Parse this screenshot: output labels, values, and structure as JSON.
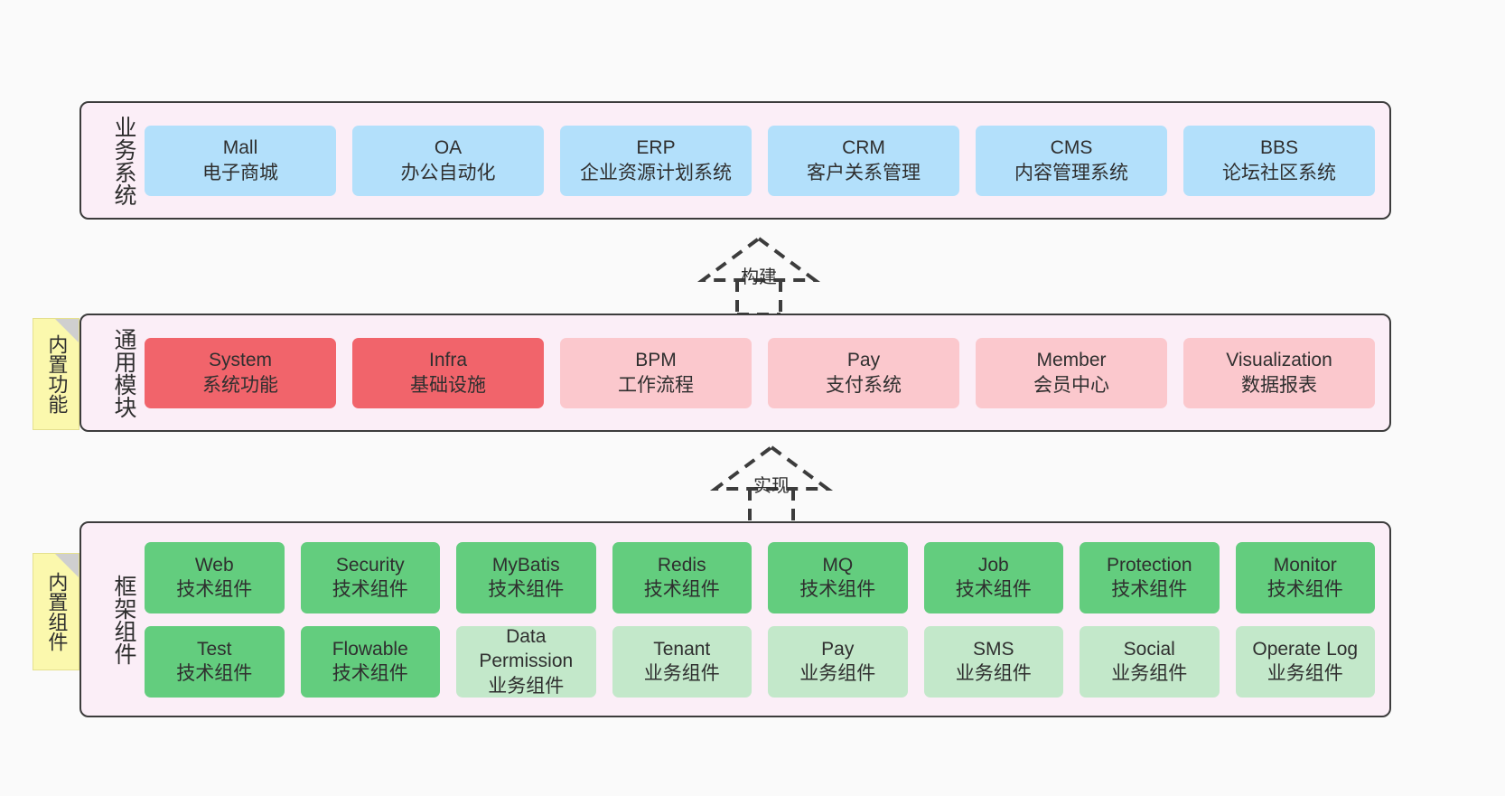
{
  "diagram": {
    "background_color": "#fafafa",
    "layer_fill": "#fbeef7",
    "layer_border": "#3c3c3c",
    "note_fill": "#fbf8ad"
  },
  "layers": [
    {
      "id": "business",
      "title": "业务系统",
      "cell_color": "#b3e0fb",
      "rows": [
        [
          {
            "name": "Mall",
            "sub": "电子商城"
          },
          {
            "name": "OA",
            "sub": "办公自动化"
          },
          {
            "name": "ERP",
            "sub": "企业资源计划系统"
          },
          {
            "name": "CRM",
            "sub": "客户关系管理"
          },
          {
            "name": "CMS",
            "sub": "内容管理系统"
          },
          {
            "name": "BBS",
            "sub": "论坛社区系统"
          }
        ]
      ]
    },
    {
      "id": "modules",
      "title": "通用模块",
      "rows": [
        [
          {
            "name": "System",
            "sub": "系统功能",
            "color": "#f1646b"
          },
          {
            "name": "Infra",
            "sub": "基础设施",
            "color": "#f1646b"
          },
          {
            "name": "BPM",
            "sub": "工作流程",
            "color": "#fbc8cd"
          },
          {
            "name": "Pay",
            "sub": "支付系统",
            "color": "#fbc8cd"
          },
          {
            "name": "Member",
            "sub": "会员中心",
            "color": "#fbc8cd"
          },
          {
            "name": "Visualization",
            "sub": "数据报表",
            "color": "#fbc8cd"
          }
        ]
      ]
    },
    {
      "id": "framework",
      "title": "框架组件",
      "rows": [
        [
          {
            "name": "Web",
            "sub": "技术组件",
            "color": "#63cd7e"
          },
          {
            "name": "Security",
            "sub": "技术组件",
            "color": "#63cd7e"
          },
          {
            "name": "MyBatis",
            "sub": "技术组件",
            "color": "#63cd7e"
          },
          {
            "name": "Redis",
            "sub": "技术组件",
            "color": "#63cd7e"
          },
          {
            "name": "MQ",
            "sub": "技术组件",
            "color": "#63cd7e"
          },
          {
            "name": "Job",
            "sub": "技术组件",
            "color": "#63cd7e"
          },
          {
            "name": "Protection",
            "sub": "技术组件",
            "color": "#63cd7e"
          },
          {
            "name": "Monitor",
            "sub": "技术组件",
            "color": "#63cd7e"
          }
        ],
        [
          {
            "name": "Test",
            "sub": "技术组件",
            "color": "#63cd7e"
          },
          {
            "name": "Flowable",
            "sub": "技术组件",
            "color": "#63cd7e"
          },
          {
            "name": "Data Permission",
            "sub": "业务组件",
            "color": "#c3e8ca"
          },
          {
            "name": "Tenant",
            "sub": "业务组件",
            "color": "#c3e8ca"
          },
          {
            "name": "Pay",
            "sub": "业务组件",
            "color": "#c3e8ca"
          },
          {
            "name": "SMS",
            "sub": "业务组件",
            "color": "#c3e8ca"
          },
          {
            "name": "Social",
            "sub": "业务组件",
            "color": "#c3e8ca"
          },
          {
            "name": "Operate Log",
            "sub": "业务组件",
            "color": "#c3e8ca"
          }
        ]
      ]
    }
  ],
  "notes": [
    {
      "id": "builtin-function",
      "text": "内置功能"
    },
    {
      "id": "builtin-component",
      "text": "内置组件"
    }
  ],
  "arrows": [
    {
      "id": "build",
      "label": "构建"
    },
    {
      "id": "implement",
      "label": "实现"
    }
  ]
}
